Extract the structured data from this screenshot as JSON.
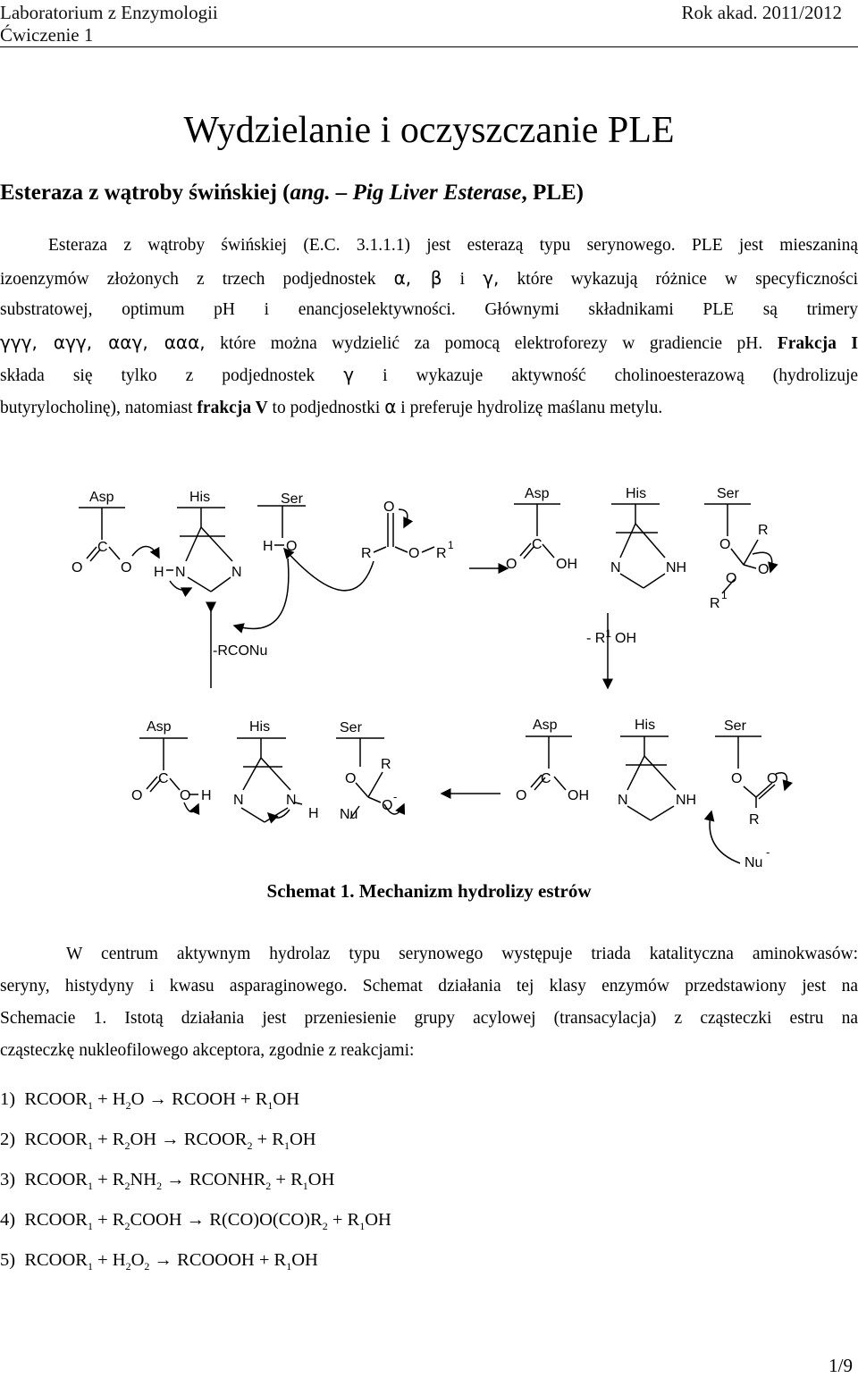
{
  "header": {
    "lab": "Laboratorium z Enzymologii",
    "exercise": "Ćwiczenie 1",
    "year": "Rok akad. 2011/2012"
  },
  "title": "Wydzielanie i oczyszczanie PLE",
  "subtitle": {
    "pre": "Esteraza z wątroby świńskiej (",
    "ang": "ang. – Pig Liver Esterase",
    "post": ", PLE)"
  },
  "intro": {
    "l1": "Esteraza z wątroby świńskiej (E.C. 3.1.1.1) jest esterazą typu serynowego. PLE jest mieszaniną",
    "l2a": "izoenzymów złożonych z trzech podjednostek",
    "l2b": "α, β",
    "l2c": "i",
    "l2d": "γ,",
    "l2e": "które wykazują różnice w specyficzności",
    "l3": "substratowej, optimum pH i enancjoselektywności. Głównymi składnikami PLE są trimery",
    "l4a": "γγγ, αγγ, ααγ, ααα,",
    "l4b": "które można wydzielić za pomocą elektroforezy w gradiencie pH.",
    "l4c": "Frakcja I",
    "l5a": "składa się tylko z podjednostek",
    "l5b": "γ",
    "l5c": "i wykazuje aktywność cholinoesterazową (hydrolizuje",
    "l6a": "butyrylocholinę), natomiast",
    "l6b": "frakcja V",
    "l6c": "to podjednostki",
    "l6d": "α",
    "l6e": "i preferuje hydrolizę maślanu metylu."
  },
  "scheme": {
    "asp": "Asp",
    "his": "His",
    "ser": "Ser",
    "o": "O",
    "c": "C",
    "n": "N",
    "h": "H",
    "nh": "NH",
    "oh": "OH",
    "r": "R",
    "one": "1",
    "minus": "-",
    "nu": "Nu",
    "rconu": "-RCONu",
    "r1oh_pre": "- R",
    "r1oh_post": "OH"
  },
  "caption": "Schemat 1. Mechanizm hydrolizy estrów",
  "body": {
    "l1": "W centrum aktywnym hydrolaz typu serynowego występuje triada katalityczna aminokwasów:",
    "l2": "seryny, histydyny i kwasu asparaginowego. Schemat działania tej klasy enzymów przedstawiony jest na",
    "l3a": "Schemacie 1.",
    "l3b": "Istotą działania jest przeniesienie grupy acylowej (transacylacja) z cząsteczki estru na",
    "l4": "cząsteczkę nukleofilowego akceptora, zgodnie z reakcjami:"
  },
  "reactions": [
    {
      "n": "1)",
      "t": "RCOOR",
      "a": "1",
      "b": " + H",
      "c": "2",
      "d": "O → RCOOH + R",
      "e": "1",
      "f": "OH",
      "g": "",
      "h": ""
    },
    {
      "n": "2)",
      "t": "RCOOR",
      "a": "1",
      "b": " + R",
      "c": "2",
      "d": "OH → RCOOR",
      "e": "2",
      "f": " + R",
      "g": "1",
      "h": "OH"
    },
    {
      "n": "3)",
      "t": "RCOOR",
      "a": "1",
      "b": " + R",
      "c": "2",
      "d": "NH",
      "e": "2",
      "f": " → RCONHR",
      "g": "2",
      "h": " + R",
      "i": "1",
      "j": "OH"
    },
    {
      "n": "4)",
      "t": "RCOOR",
      "a": "1",
      "b": " + R",
      "c": "2",
      "d": "COOH → R(CO)O(CO)R",
      "e": "2",
      "f": " + R",
      "g": "1",
      "h": "OH"
    },
    {
      "n": "5)",
      "t": "RCOOR",
      "a": "1",
      "b": " + H",
      "c": "2",
      "d": "O",
      "e": "2",
      "f": " → RCOOOH + R",
      "g": "1",
      "h": "OH"
    }
  ],
  "page": "1/9"
}
